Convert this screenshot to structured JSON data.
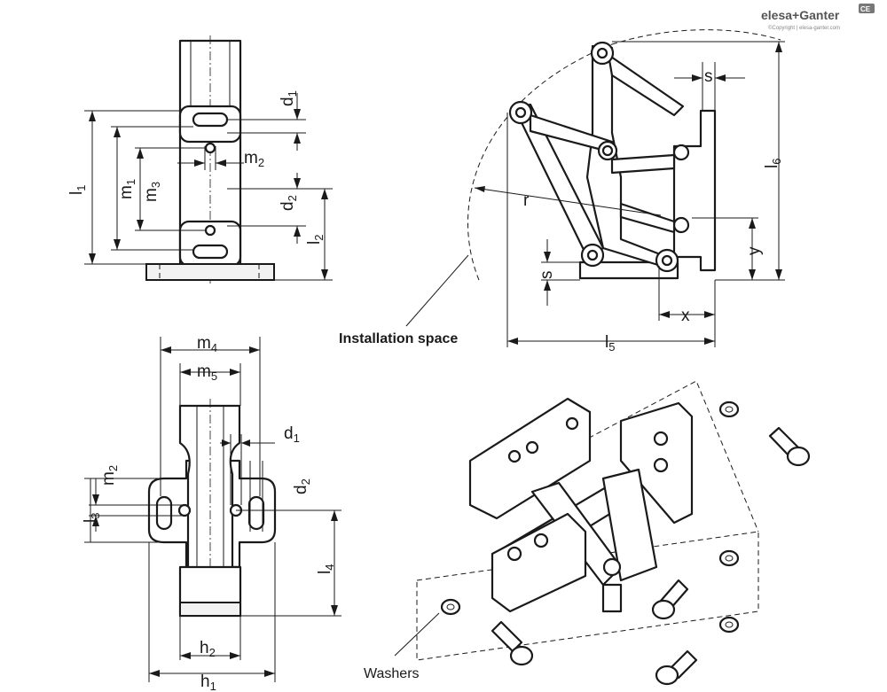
{
  "brand": {
    "logo_text": "elesa+Ganter",
    "copyright": "©Copyright | elesa-ganter.com",
    "badge": "CE"
  },
  "labels": {
    "l1": "l",
    "l1_sub": "1",
    "m1": "m",
    "m1_sub": "1",
    "m3": "m",
    "m3_sub": "3",
    "d1_top": "d",
    "d1_top_sub": "1",
    "m2_top": "m",
    "m2_top_sub": "2",
    "d2_top": "d",
    "d2_top_sub": "2",
    "l2": "l",
    "l2_sub": "2",
    "s_top": "s",
    "l6": "l",
    "l6_sub": "6",
    "r": "r",
    "y": "y",
    "s_bottom": "s",
    "x": "x",
    "l5": "l",
    "l5_sub": "5",
    "m4": "m",
    "m4_sub": "4",
    "m5": "m",
    "m5_sub": "5",
    "d1_bottom": "d",
    "d1_bottom_sub": "1",
    "m2_bottom": "m",
    "m2_bottom_sub": "2",
    "d2_bottom": "d",
    "d2_bottom_sub": "2",
    "l3": "l",
    "l3_sub": "3",
    "l4": "l",
    "l4_sub": "4",
    "h2": "h",
    "h2_sub": "2",
    "h1": "h",
    "h1_sub": "1"
  },
  "notes": {
    "installation_space": "Installation space",
    "washers": "Washers"
  }
}
